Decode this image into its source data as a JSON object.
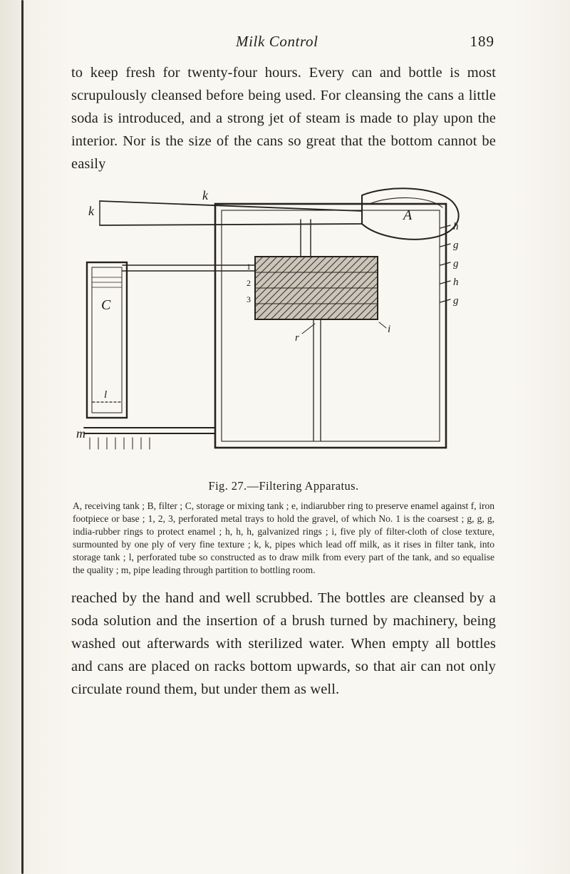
{
  "page": {
    "running_head": "Milk Control",
    "page_number": "189",
    "body": {
      "paragraph_top": "to keep fresh for twenty-four hours. Every can and bottle is most scrupulously cleansed before being used. For cleansing the cans a little soda is introduced, and a strong jet of steam is made to play upon the interior. Nor is the size of the cans so great that the bottom cannot be easily",
      "paragraph_bottom": "reached by the hand and well scrubbed. The bottles are cleansed by a soda solution and the insertion of a brush turned by machinery, being washed out afterwards with sterilized water. When empty all bottles and cans are placed on racks bottom upwards, so that air can not only circulate round them, but under them as well."
    },
    "figure": {
      "caption": "Fig. 27.—Filtering Apparatus.",
      "legend": "A, receiving tank ; B, filter ; C, storage or mixing tank ; e, indiarubber ring to preserve enamel against f, iron footpiece or base ; 1, 2, 3, perforated metal trays to hold the gravel, of which No. 1 is the coarsest ; g, g, g, india-rubber rings to protect enamel ; h, h, h, galvanized rings ; i, five ply of filter-cloth of close texture, surmounted by one ply of very fine texture ; k, k, pipes which lead off milk, as it rises in filter tank, into storage tank ; l, perforated tube so constructed as to draw milk from every part of the tank, and so equalise the quality ; m, pipe leading through partition to bottling room.",
      "labels": {
        "a": "A",
        "c": "C",
        "k": "k",
        "m": "m",
        "h": "h",
        "g": "g",
        "i": "i",
        "r": "r",
        "l": "l",
        "n1": "1",
        "n2": "2",
        "n3": "3"
      }
    }
  },
  "colors": {
    "paper": "#f8f6f0",
    "ink": "#221f1c"
  }
}
